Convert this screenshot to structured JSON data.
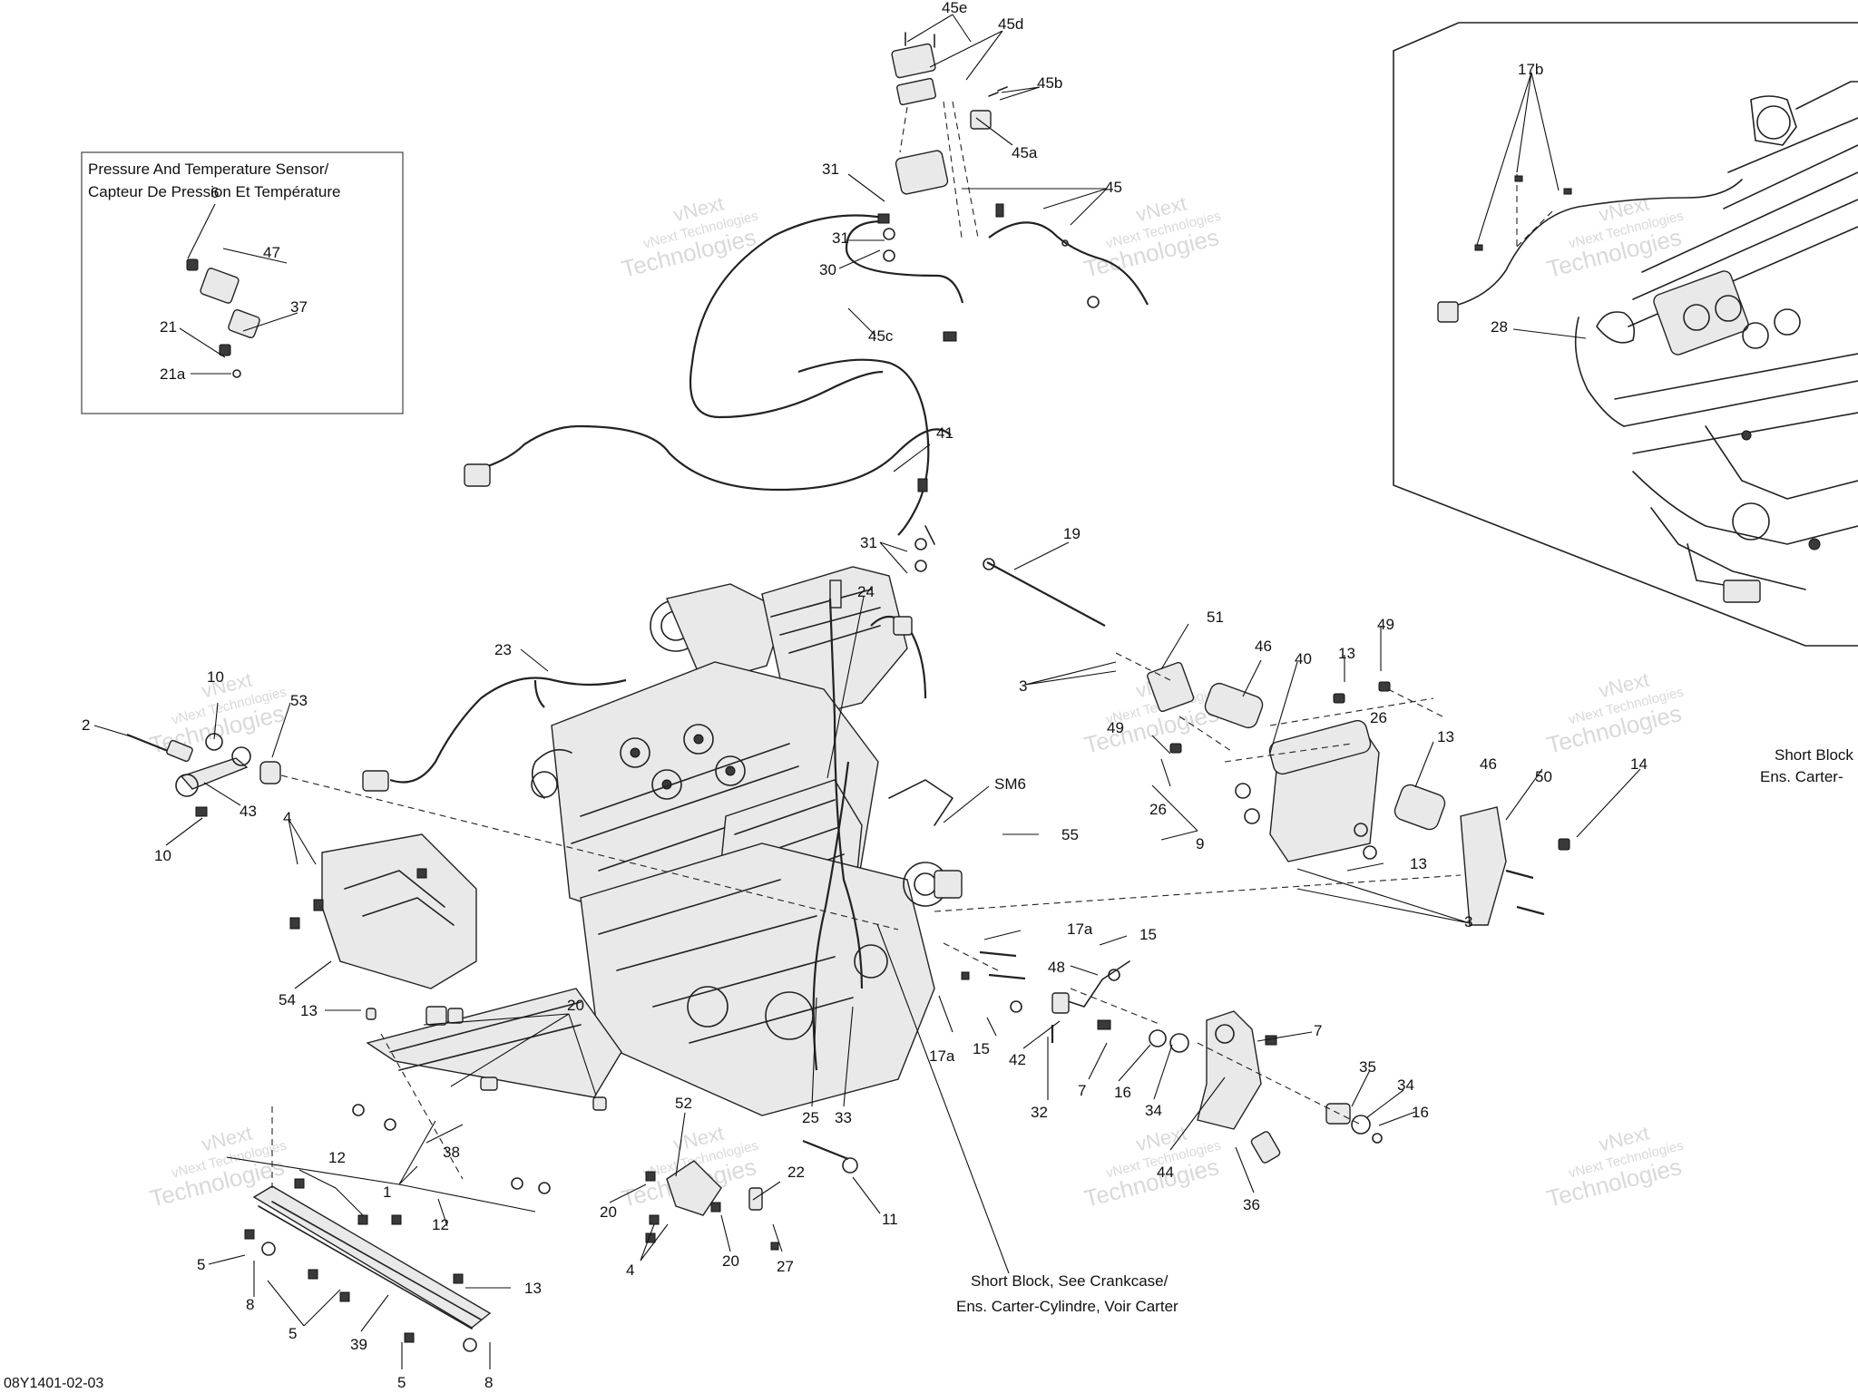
{
  "diagram_code": "08Y1401-02-03",
  "sensor_box": {
    "title_line1": "Pressure And Temperature Sensor/",
    "title_line2": "Capteur De Pression Et Température"
  },
  "notes": {
    "short_block_line1": "Short Block, See Crankcase/",
    "short_block_line2": "Ens. Carter-Cylindre, Voir Carter",
    "right_line1": "Short Block",
    "right_line2": "Ens. Carter-"
  },
  "watermark": {
    "line1": "vNext",
    "line2": "vNext Technologies",
    "line3": "Technologies"
  },
  "callouts": [
    {
      "id": "c-45e",
      "text": "45e"
    },
    {
      "id": "c-45d",
      "text": "45d"
    },
    {
      "id": "c-45b",
      "text": "45b"
    },
    {
      "id": "c-45a",
      "text": "45a"
    },
    {
      "id": "c-45",
      "text": "45"
    },
    {
      "id": "c-31a",
      "text": "31"
    },
    {
      "id": "c-31b",
      "text": "31"
    },
    {
      "id": "c-30",
      "text": "30"
    },
    {
      "id": "c-45c",
      "text": "45c"
    },
    {
      "id": "c-41",
      "text": "41"
    },
    {
      "id": "c-31c",
      "text": "31"
    },
    {
      "id": "c-24",
      "text": "24"
    },
    {
      "id": "c-23",
      "text": "23"
    },
    {
      "id": "c-19",
      "text": "19"
    },
    {
      "id": "c-51",
      "text": "51"
    },
    {
      "id": "c-46a",
      "text": "46"
    },
    {
      "id": "c-40",
      "text": "40"
    },
    {
      "id": "c-13a",
      "text": "13"
    },
    {
      "id": "c-49a",
      "text": "49"
    },
    {
      "id": "c-26a",
      "text": "26"
    },
    {
      "id": "c-3a",
      "text": "3"
    },
    {
      "id": "c-49b",
      "text": "49"
    },
    {
      "id": "c-13b",
      "text": "13"
    },
    {
      "id": "c-26b",
      "text": "26"
    },
    {
      "id": "c-46b",
      "text": "46"
    },
    {
      "id": "c-50",
      "text": "50"
    },
    {
      "id": "c-14",
      "text": "14"
    },
    {
      "id": "c-9",
      "text": "9"
    },
    {
      "id": "c-13c",
      "text": "13"
    },
    {
      "id": "c-3b",
      "text": "3"
    },
    {
      "id": "c-SM6",
      "text": "SM6"
    },
    {
      "id": "c-55",
      "text": "55"
    },
    {
      "id": "c-17a1",
      "text": "17a"
    },
    {
      "id": "c-15a",
      "text": "15"
    },
    {
      "id": "c-48",
      "text": "48"
    },
    {
      "id": "c-17a2",
      "text": "17a"
    },
    {
      "id": "c-15b",
      "text": "15"
    },
    {
      "id": "c-42",
      "text": "42"
    },
    {
      "id": "c-32",
      "text": "32"
    },
    {
      "id": "c-7a",
      "text": "7"
    },
    {
      "id": "c-7b",
      "text": "7"
    },
    {
      "id": "c-16a",
      "text": "16"
    },
    {
      "id": "c-34a",
      "text": "34"
    },
    {
      "id": "c-35",
      "text": "35"
    },
    {
      "id": "c-34b",
      "text": "34"
    },
    {
      "id": "c-16b",
      "text": "16"
    },
    {
      "id": "c-44",
      "text": "44"
    },
    {
      "id": "c-36",
      "text": "36"
    },
    {
      "id": "c-2",
      "text": "2"
    },
    {
      "id": "c-10a",
      "text": "10"
    },
    {
      "id": "c-53",
      "text": "53"
    },
    {
      "id": "c-43",
      "text": "43"
    },
    {
      "id": "c-10b",
      "text": "10"
    },
    {
      "id": "c-4a",
      "text": "4"
    },
    {
      "id": "c-54",
      "text": "54"
    },
    {
      "id": "c-13d",
      "text": "13"
    },
    {
      "id": "c-20a",
      "text": "20"
    },
    {
      "id": "c-38",
      "text": "38"
    },
    {
      "id": "c-1",
      "text": "1"
    },
    {
      "id": "c-12a",
      "text": "12"
    },
    {
      "id": "c-12b",
      "text": "12"
    },
    {
      "id": "c-5a",
      "text": "5"
    },
    {
      "id": "c-8a",
      "text": "8"
    },
    {
      "id": "c-13e",
      "text": "13"
    },
    {
      "id": "c-5b",
      "text": "5"
    },
    {
      "id": "c-39",
      "text": "39"
    },
    {
      "id": "c-5c",
      "text": "5"
    },
    {
      "id": "c-8b",
      "text": "8"
    },
    {
      "id": "c-25",
      "text": "25"
    },
    {
      "id": "c-33",
      "text": "33"
    },
    {
      "id": "c-52",
      "text": "52"
    },
    {
      "id": "c-22",
      "text": "22"
    },
    {
      "id": "c-20b",
      "text": "20"
    },
    {
      "id": "c-20c",
      "text": "20"
    },
    {
      "id": "c-27",
      "text": "27"
    },
    {
      "id": "c-4b",
      "text": "4"
    },
    {
      "id": "c-11",
      "text": "11"
    },
    {
      "id": "c-6",
      "text": "6"
    },
    {
      "id": "c-47",
      "text": "47"
    },
    {
      "id": "c-37",
      "text": "37"
    },
    {
      "id": "c-21",
      "text": "21"
    },
    {
      "id": "c-21a",
      "text": "21a"
    },
    {
      "id": "c-17b",
      "text": "17b"
    },
    {
      "id": "c-28",
      "text": "28"
    }
  ]
}
